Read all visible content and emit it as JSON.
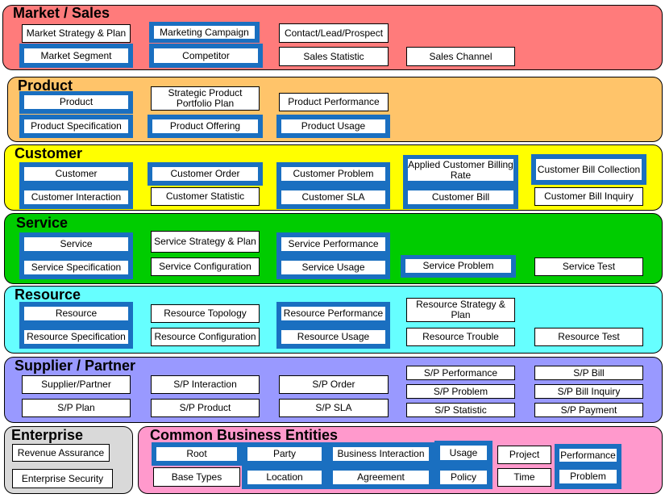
{
  "market": {
    "title": "Market / Sales",
    "items": [
      "Market Strategy & Plan",
      "Marketing Campaign",
      "Contact/Lead/Prospect",
      "Market Segment",
      "Competitor",
      "Sales Statistic",
      "Sales Channel"
    ]
  },
  "product": {
    "title": "Product",
    "items": [
      "Product",
      "Strategic Product Portfolio Plan",
      "Product Performance",
      "Product Specification",
      "Product Offering",
      "Product Usage"
    ]
  },
  "customer": {
    "title": "Customer",
    "items": [
      "Customer",
      "Customer Order",
      "Customer Problem",
      "Applied Customer Billing Rate",
      "Customer Bill Collection",
      "Customer Interaction",
      "Customer Statistic",
      "Customer SLA",
      "Customer Bill",
      "Customer Bill Inquiry"
    ]
  },
  "service": {
    "title": "Service",
    "items": [
      "Service",
      "Service Strategy & Plan",
      "Service Performance",
      "Service Specification",
      "Service Configuration",
      "Service Usage",
      "Service Problem",
      "Service Test"
    ]
  },
  "resource": {
    "title": "Resource",
    "items": [
      "Resource",
      "Resource Topology",
      "Resource Performance",
      "Resource Strategy & Plan",
      "Resource Specification",
      "Resource Configuration",
      "Resource Usage",
      "Resource Trouble",
      "Resource Test"
    ]
  },
  "supplier": {
    "title": "Supplier / Partner",
    "items": [
      "Supplier/Partner",
      "S/P Interaction",
      "S/P Order",
      "S/P Performance",
      "S/P Bill",
      "S/P Problem",
      "S/P Bill Inquiry",
      "S/P Plan",
      "S/P Product",
      "S/P SLA",
      "S/P Statistic",
      "S/P Payment"
    ]
  },
  "enterprise": {
    "title": "Enterprise",
    "items": [
      "Revenue Assurance",
      "Enterprise Security"
    ]
  },
  "common": {
    "title": "Common Business Entities",
    "items": [
      "Root",
      "Party",
      "Business Interaction",
      "Usage",
      "Project",
      "Performance",
      "Base Types",
      "Location",
      "Agreement",
      "Policy",
      "Time",
      "Problem"
    ]
  },
  "colors": {
    "market": "#ff7b7b",
    "product": "#ffc46a",
    "customer": "#ffff00",
    "service": "#00cc00",
    "resource": "#66ffff",
    "supplier": "#9999ff",
    "enterprise": "#d9d9d9",
    "common": "#ff99cc",
    "highlight": "#1a6fc0"
  }
}
